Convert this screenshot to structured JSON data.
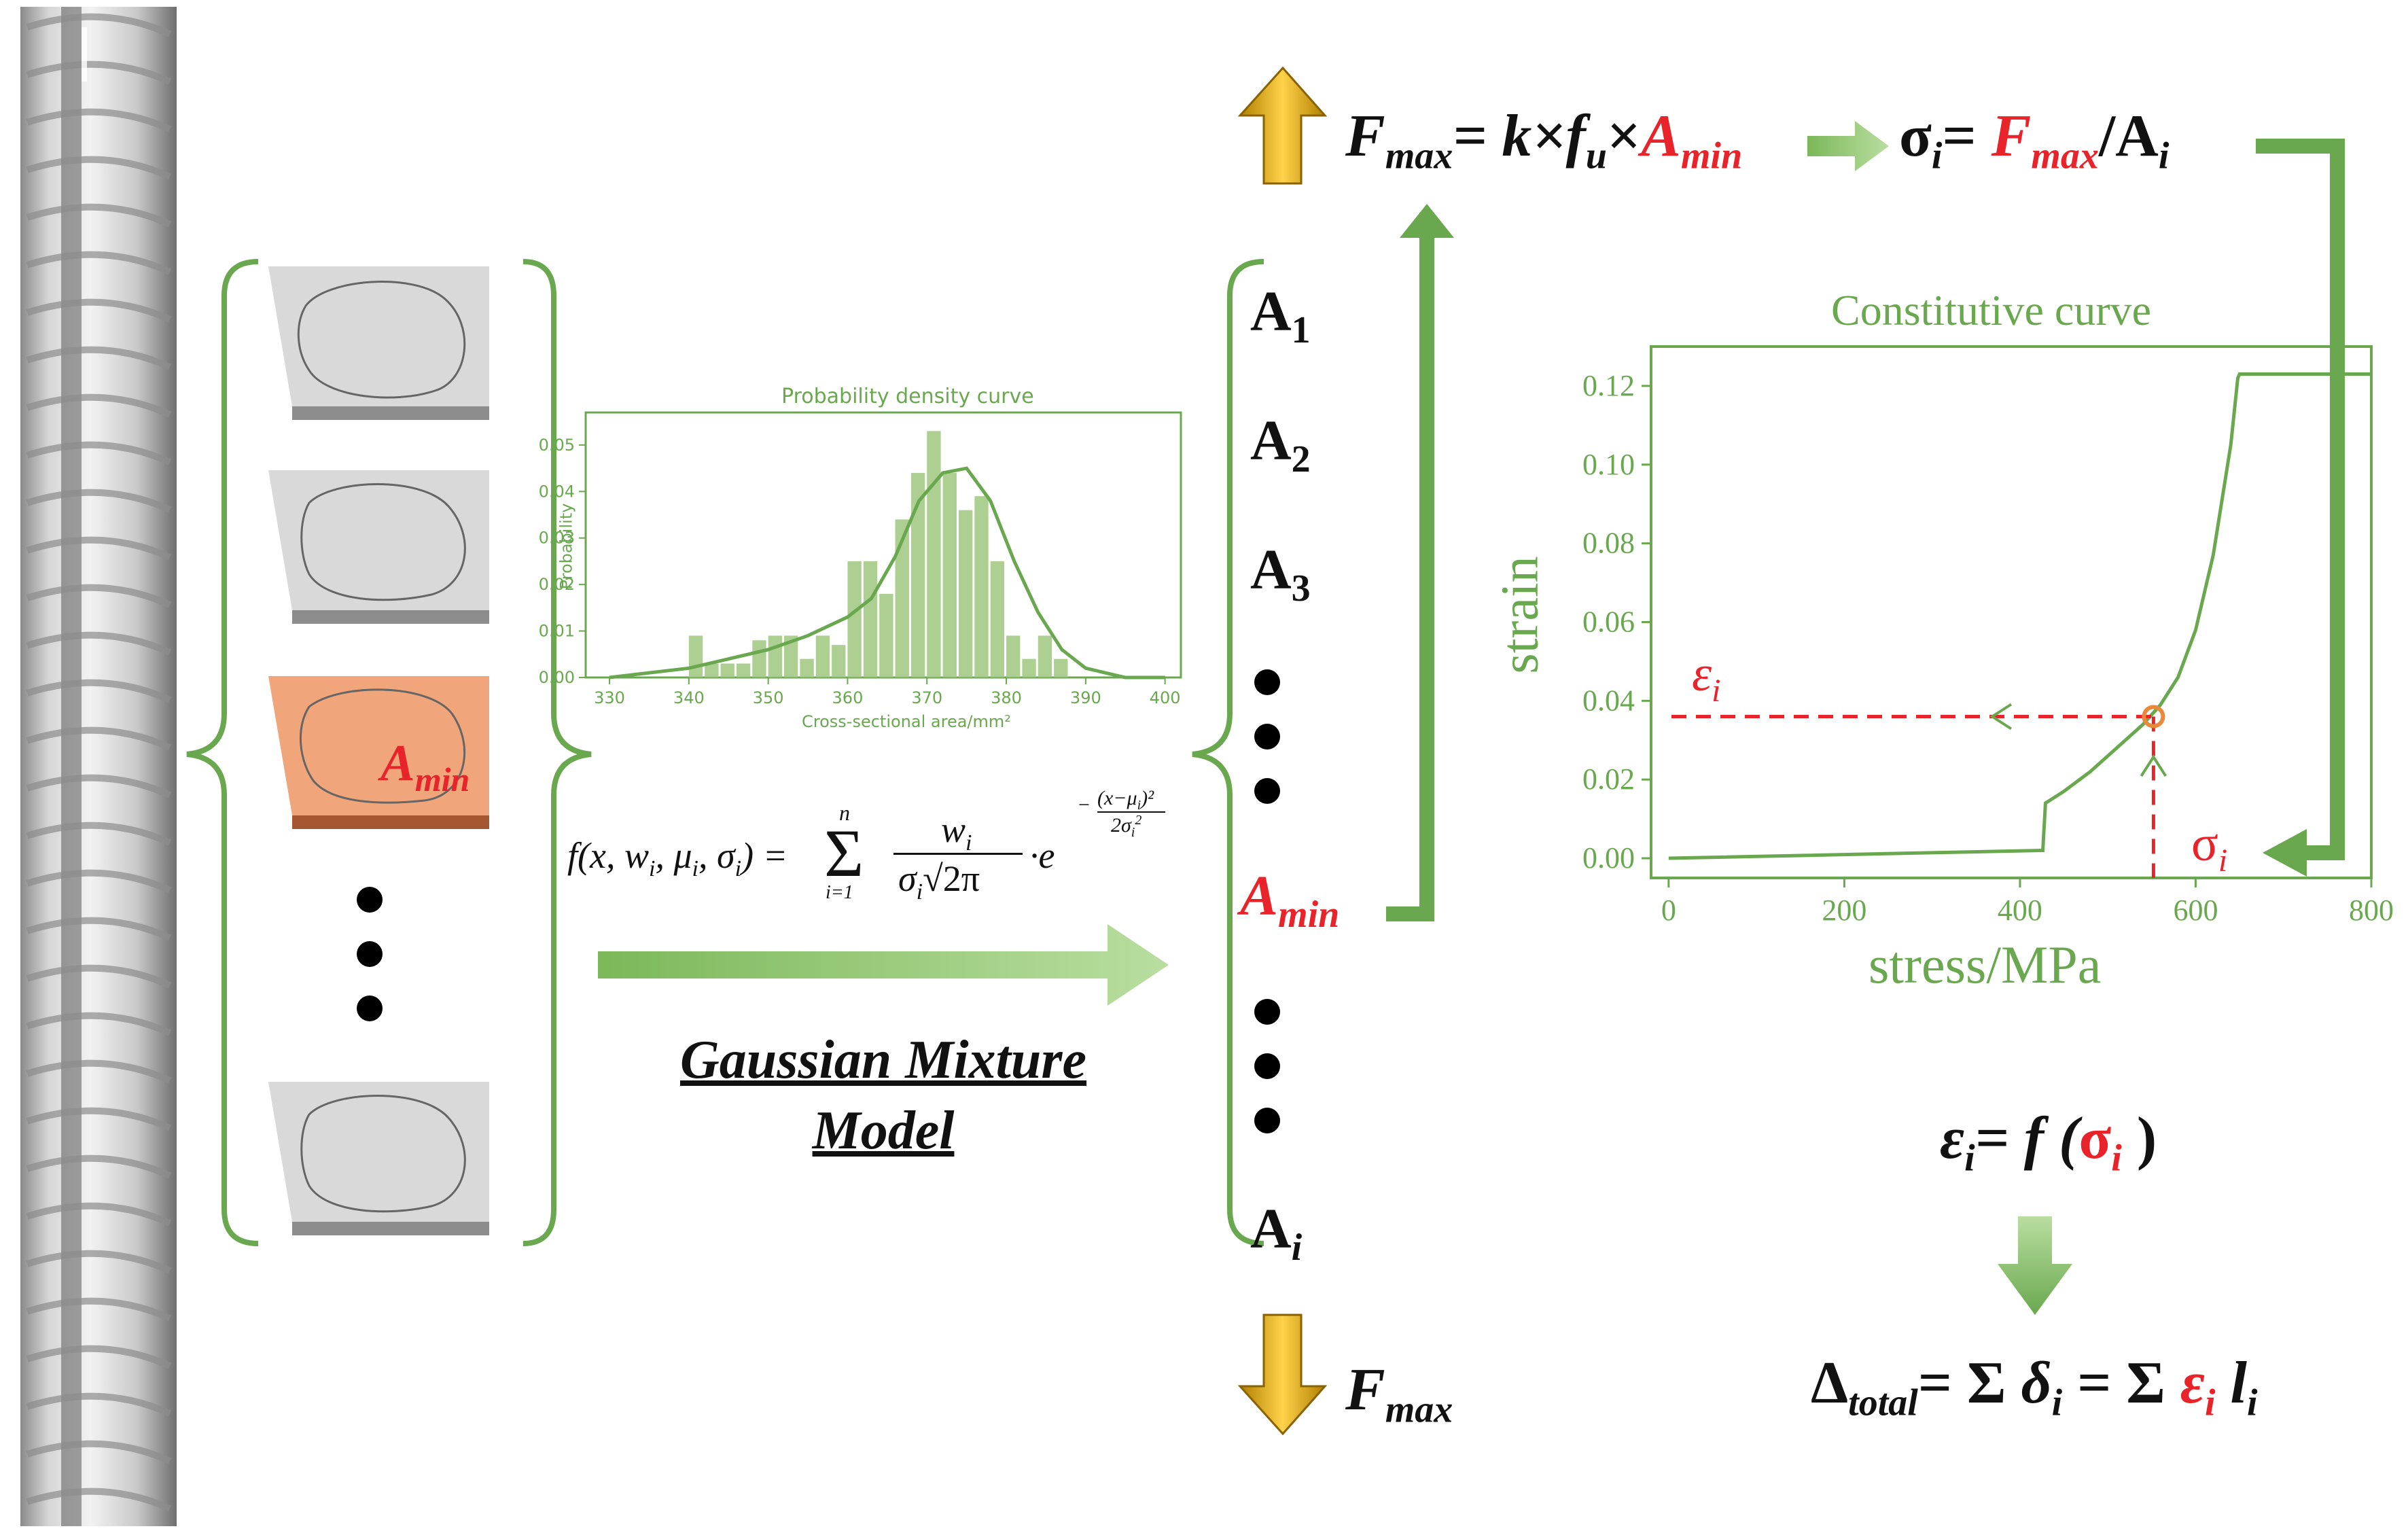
{
  "left_column": {
    "amin_label": "A",
    "amin_sub": "min"
  },
  "formula_top": {
    "fmax": "F",
    "fmax_sub": "max",
    "eq": "= k×f",
    "fu_sub": "u",
    "times": "×",
    "amin": "A",
    "amin_sub": "min",
    "sigma": "σ",
    "sigma_sub": "i",
    "eq2": "= ",
    "fmax2": "F",
    "fmax2_sub": "max",
    "over_a": "/A",
    "over_a_sub": "i"
  },
  "areas": {
    "a1": "A",
    "a1_sub": "1",
    "a2": "A",
    "a2_sub": "2",
    "a3": "A",
    "a3_sub": "3",
    "amin": "A",
    "amin_sub": "min",
    "ai": "A",
    "ai_sub": "i"
  },
  "fmax_bottom": {
    "f": "F",
    "sub": "max"
  },
  "gmm_title": {
    "line1": "Gaussian Mixture",
    "line2": "Model"
  },
  "gmm_formula": {
    "lhs": "f(x, w",
    "lhs_i1": "i",
    "mu": ", μ",
    "mu_i": "i",
    "sig": ", σ",
    "sig_i": "i",
    "close": ") = ",
    "sum": "Σ",
    "sum_top": "n",
    "sum_bottom": "i=1",
    "num": "w",
    "num_i": "i",
    "den": "σ",
    "den_i": "i",
    "den_root": "√2π",
    "dot_e": "·e",
    "exp_num": "(x−μ",
    "exp_num_i": "i",
    "exp_num_end": ")²",
    "exp_den": "2σ",
    "exp_den_i": "i",
    "exp_den_pow": "2",
    "exp_minus": "−"
  },
  "pdc": {
    "title": "Probability density curve",
    "xlabel": "Cross-sectional area/mm²",
    "ylabel": "Probability"
  },
  "constitutive": {
    "title": "Constitutive curve",
    "xlabel": "stress/MPa",
    "ylabel": "strain",
    "eps_label": "ε",
    "eps_sub": "i",
    "sig_label": "σ",
    "sig_sub": "i"
  },
  "eq_strain": {
    "eps": "ε",
    "eps_sub": "i",
    "eq": "= f (",
    "sig": "σ",
    "sig_sub": "i",
    "close": " )"
  },
  "eq_total": {
    "delta": "Δ",
    "delta_sub": "total",
    "eq": "= Σ ",
    "d": "δ",
    "d_sub": "i",
    "eq2": " = Σ ",
    "eps": "ε",
    "eps_sub": "i",
    "l": " l",
    "l_sub": "i"
  },
  "colors": {
    "green": "#6aa84f",
    "red": "#e8232a",
    "orange": "#e88a3a",
    "gold": "#d9a312",
    "section_fill": "#f0a57a"
  },
  "icons": [
    "rebar-image",
    "up-arrow-icon",
    "down-arrow-icon"
  ],
  "chart_data": [
    {
      "type": "bar",
      "title": "Probability density curve",
      "xlabel": "Cross-sectional area/mm²",
      "ylabel": "Probability",
      "xlim": [
        327,
        402
      ],
      "ylim": [
        0,
        0.057
      ],
      "xticks": [
        330,
        340,
        350,
        360,
        370,
        380,
        390,
        400
      ],
      "yticks": [
        0.0,
        0.01,
        0.02,
        0.03,
        0.04,
        0.05
      ],
      "bins": [
        341,
        343,
        345,
        347,
        349,
        351,
        353,
        355,
        357,
        359,
        361,
        363,
        365,
        367,
        369,
        371,
        373,
        375,
        377,
        379,
        381,
        383,
        385,
        387
      ],
      "values": [
        0.009,
        0.003,
        0.003,
        0.003,
        0.008,
        0.009,
        0.009,
        0.004,
        0.009,
        0.007,
        0.025,
        0.025,
        0.018,
        0.034,
        0.044,
        0.053,
        0.044,
        0.036,
        0.039,
        0.025,
        0.009,
        0.004,
        0.009,
        0.004
      ],
      "curve": {
        "x": [
          330,
          335,
          340,
          345,
          350,
          355,
          360,
          363,
          366,
          369,
          372,
          375,
          378,
          381,
          384,
          387,
          390,
          395,
          400
        ],
        "y": [
          0.0,
          0.001,
          0.002,
          0.004,
          0.006,
          0.009,
          0.013,
          0.017,
          0.026,
          0.038,
          0.044,
          0.045,
          0.038,
          0.025,
          0.014,
          0.006,
          0.002,
          0.0,
          0.0
        ]
      },
      "grid": false
    },
    {
      "type": "line",
      "title": "Constitutive curve",
      "xlabel": "stress/MPa",
      "ylabel": "strain",
      "xlim": [
        -20,
        800
      ],
      "ylim": [
        -0.005,
        0.13
      ],
      "xticks": [
        0,
        200,
        400,
        600,
        800
      ],
      "yticks": [
        0.0,
        0.02,
        0.04,
        0.06,
        0.08,
        0.1,
        0.12
      ],
      "x": [
        0,
        425,
        426,
        429,
        450,
        480,
        510,
        540,
        560,
        580,
        600,
        620,
        640,
        648,
        650,
        800
      ],
      "y": [
        0.0,
        0.002,
        0.002,
        0.014,
        0.017,
        0.022,
        0.028,
        0.034,
        0.039,
        0.046,
        0.058,
        0.077,
        0.105,
        0.122,
        0.123,
        0.123
      ],
      "marked_point": {
        "x": 552,
        "y": 0.036
      },
      "grid": false
    }
  ]
}
